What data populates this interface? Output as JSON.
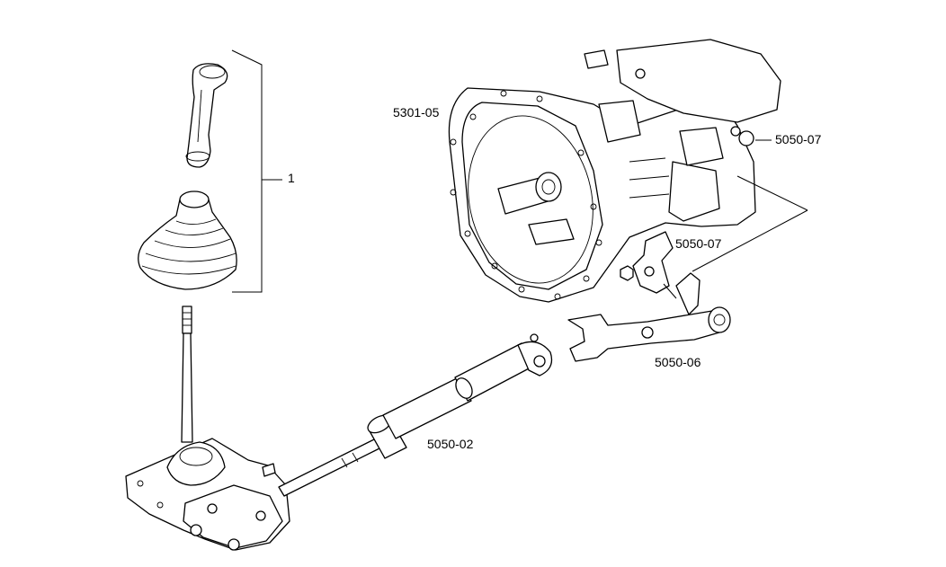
{
  "labels": {
    "group": "1",
    "gearbox": "5301-05",
    "upper_right": "5050-07",
    "lower_right": "5050-07",
    "linkage": "5050-06",
    "shift_rod": "5050-02"
  }
}
